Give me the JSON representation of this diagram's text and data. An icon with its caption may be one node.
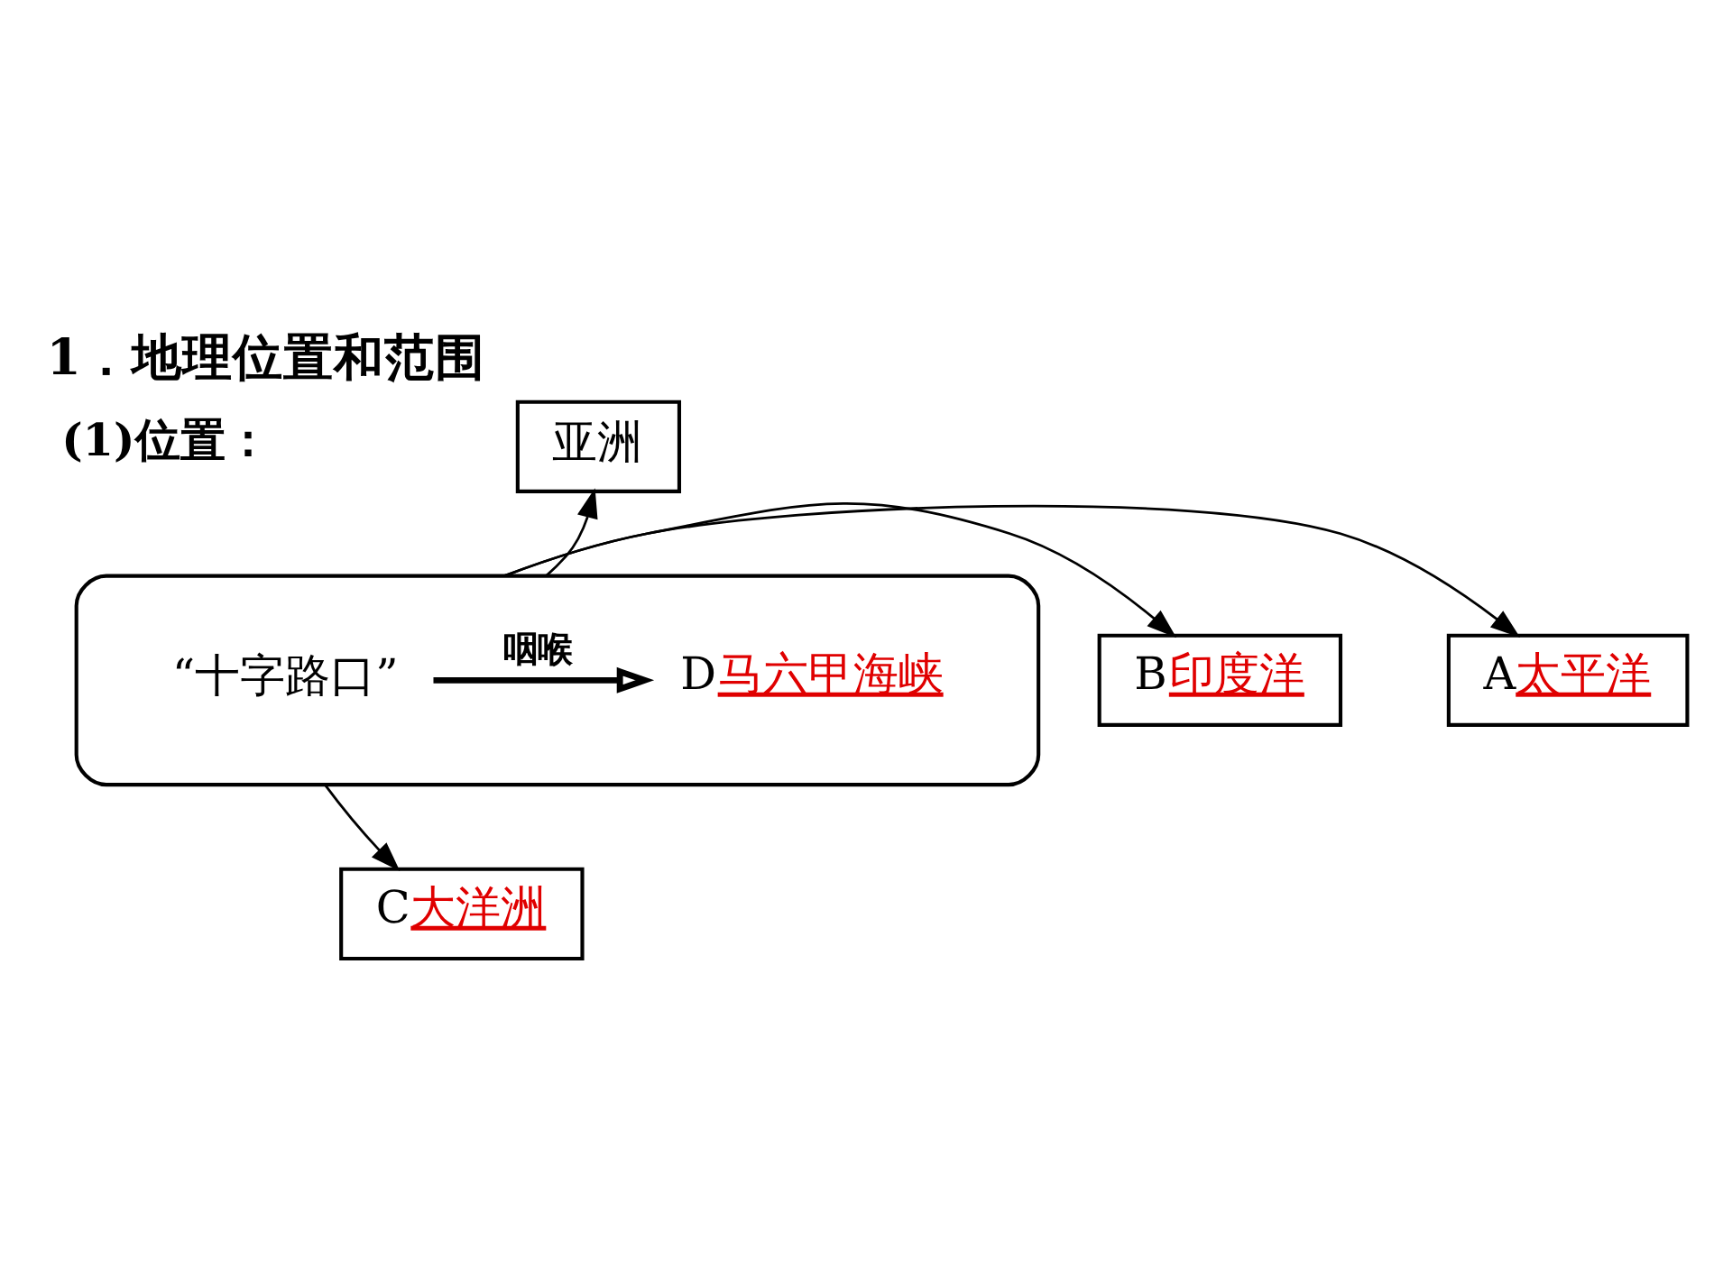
{
  "diagram": {
    "title": "1．地理位置和范围",
    "nodes": [
      {
        "text": [
          "亚洲"
        ]
      },
      {
        "text": [],
        "shape": "ellipse"
      },
      {
        "text": [
          "“十字路口”"
        ],
        "in": 1
      },
      {
        "text": [
          "D",
          "马六甲海峡"
        ],
        "in": 1
      },
      {
        "text": [
          "B",
          "印度洋"
        ]
      },
      {
        "text": [
          "A",
          "太平洋"
        ]
      },
      {
        "text": [
          "C",
          "大洋洲"
        ]
      }
    ],
    "edges": [
      {
        "from": 1,
        "to": 0,
        "arrow": "to"
      },
      {
        "from": 1,
        "to": 4,
        "arrow": "to"
      },
      {
        "from": 1,
        "to": 5,
        "arrow": "to"
      },
      {
        "from": 1,
        "to": 6,
        "arrow": "to"
      },
      {
        "from": 2,
        "to": 3,
        "arrow": "to",
        "label": "咽喉",
        "style": "thick"
      }
    ],
    "labels": [
      "(1)位置："
    ]
  }
}
